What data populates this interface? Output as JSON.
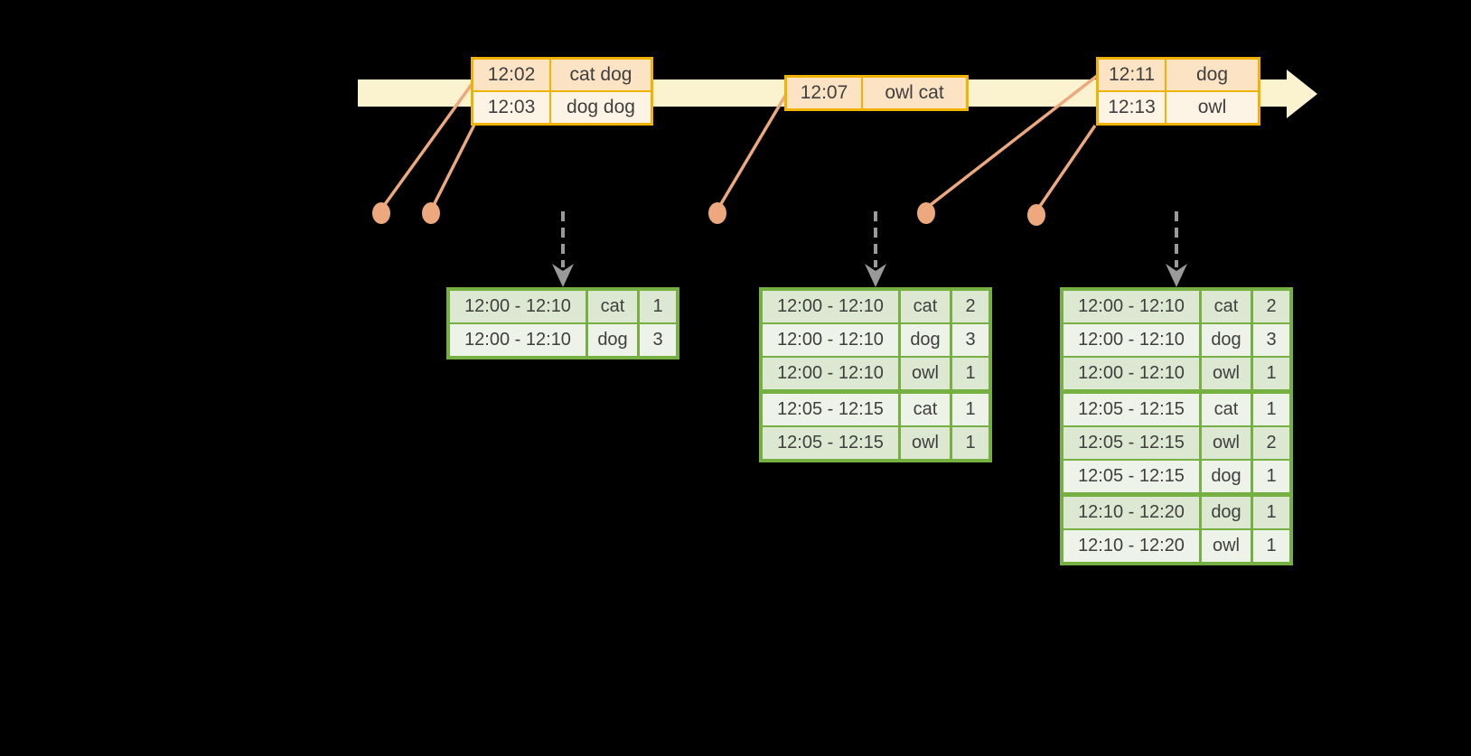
{
  "colors": {
    "background": "#000000",
    "timeline_band": "#fbf2d0",
    "amber_border": "#f0b400",
    "event_row_peach": "#fbe3c4",
    "event_row_cream": "#fdf4e6",
    "connector_salmon": "#eda97d",
    "arrow_gray": "#9a9a9a",
    "green_border": "#76b043",
    "result_row_shaded": "#dce8d1",
    "result_row_light": "#eef3e9",
    "text": "#3f3f3f"
  },
  "event_tables": [
    {
      "rows": [
        {
          "time": "12:02",
          "words": "cat dog"
        },
        {
          "time": "12:03",
          "words": "dog dog"
        }
      ]
    },
    {
      "rows": [
        {
          "time": "12:07",
          "words": "owl cat"
        }
      ]
    },
    {
      "rows": [
        {
          "time": "12:11",
          "words": "dog"
        },
        {
          "time": "12:13",
          "words": "owl"
        }
      ]
    }
  ],
  "result_tables": [
    {
      "rows": [
        {
          "window": "12:00 - 12:10",
          "word": "cat",
          "count": "1",
          "group": 0
        },
        {
          "window": "12:00 - 12:10",
          "word": "dog",
          "count": "3",
          "group": 0
        }
      ]
    },
    {
      "rows": [
        {
          "window": "12:00 - 12:10",
          "word": "cat",
          "count": "2",
          "group": 0
        },
        {
          "window": "12:00 - 12:10",
          "word": "dog",
          "count": "3",
          "group": 0
        },
        {
          "window": "12:00 - 12:10",
          "word": "owl",
          "count": "1",
          "group": 0
        },
        {
          "window": "12:05 - 12:15",
          "word": "cat",
          "count": "1",
          "group": 1
        },
        {
          "window": "12:05 - 12:15",
          "word": "owl",
          "count": "1",
          "group": 1
        }
      ]
    },
    {
      "rows": [
        {
          "window": "12:00 - 12:10",
          "word": "cat",
          "count": "2",
          "group": 0
        },
        {
          "window": "12:00 - 12:10",
          "word": "dog",
          "count": "3",
          "group": 0
        },
        {
          "window": "12:00 - 12:10",
          "word": "owl",
          "count": "1",
          "group": 0
        },
        {
          "window": "12:05 - 12:15",
          "word": "cat",
          "count": "1",
          "group": 1
        },
        {
          "window": "12:05 - 12:15",
          "word": "owl",
          "count": "2",
          "group": 1
        },
        {
          "window": "12:05 - 12:15",
          "word": "dog",
          "count": "1",
          "group": 1
        },
        {
          "window": "12:10 - 12:20",
          "word": "dog",
          "count": "1",
          "group": 2
        },
        {
          "window": "12:10 - 12:20",
          "word": "owl",
          "count": "1",
          "group": 2
        }
      ]
    }
  ]
}
